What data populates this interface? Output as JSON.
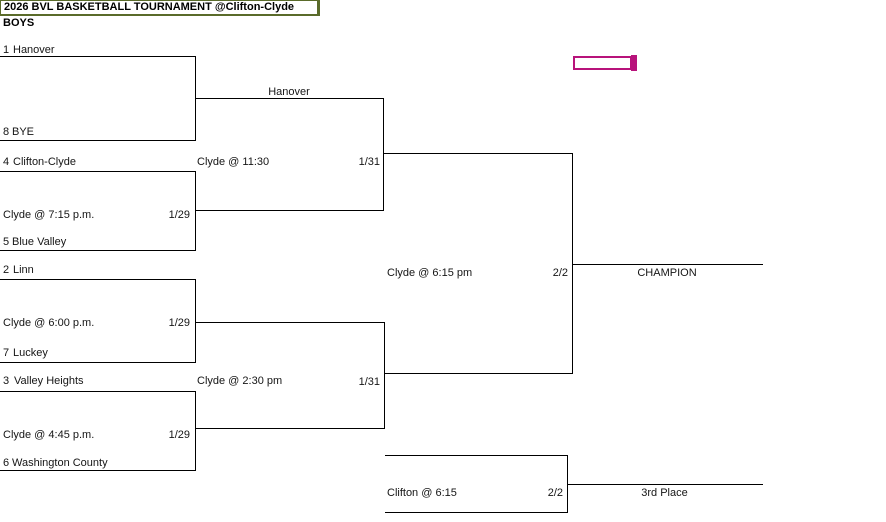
{
  "title": "2026 BVL BASKETBALL TOURNAMENT @Clifton-Clyde",
  "division": "BOYS",
  "colors": {
    "title_border": "#5a6b2a",
    "selection_box": "#b8137b",
    "bracket_line": "#000000"
  },
  "teams": [
    {
      "seed": "1",
      "name": "Hanover"
    },
    {
      "seed": "8",
      "name": "BYE"
    },
    {
      "seed": "4",
      "name": "Clifton-Clyde"
    },
    {
      "seed": "5",
      "name": "Blue Valley"
    },
    {
      "seed": "2",
      "name": "Linn"
    },
    {
      "seed": "7",
      "name": "Luckey"
    },
    {
      "seed": "3",
      "name": "Valley Heights"
    },
    {
      "seed": "6",
      "name": "Washington County"
    }
  ],
  "games": {
    "qf2": {
      "time": "Clyde @ 7:15 p.m.",
      "date": "1/29"
    },
    "qf3": {
      "time": "Clyde @ 6:00 p.m.",
      "date": "1/29"
    },
    "qf4": {
      "time": "Clyde @ 4:45 p.m.",
      "date": "1/29"
    },
    "sf1": {
      "advancer": "Hanover",
      "time": "Clyde @ 11:30",
      "date": "1/31"
    },
    "sf2": {
      "time": "Clyde @ 2:30 pm",
      "date": "1/31"
    },
    "final": {
      "time": "Clyde @ 6:15 pm",
      "date": "2/2",
      "label": "CHAMPION"
    },
    "third": {
      "time": "Clifton @ 6:15",
      "date": "2/2",
      "label": "3rd Place"
    }
  }
}
